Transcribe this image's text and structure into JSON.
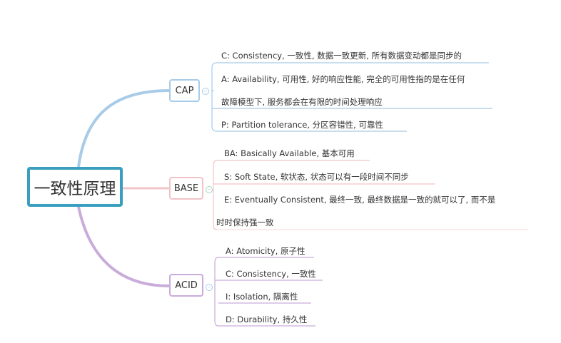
{
  "root": {
    "label": "一致性原理",
    "color": "#3a9fbf"
  },
  "branches": [
    {
      "label": "CAP",
      "color": "#a8cbe8",
      "items": [
        {
          "text": "C:  Consistency,  一致性, 数据一致更新,  所有数据变动都是同步的"
        },
        {
          "text": "A:  Availability,  可用性, 好的响应性能,  完全的可用性指的是在任何",
          "cont": "故障模型下,  服务都会在有限的时间处理响应"
        },
        {
          "text": "P:  Partition tolerance,  分区容错性,  可靠性"
        }
      ]
    },
    {
      "label": "BASE",
      "color": "#f2c4c8",
      "items": [
        {
          "text": "BA:  Basically Available,  基本可用"
        },
        {
          "text": "S:  Soft State,  软状态,  状态可以有一段时间不同步"
        },
        {
          "text": "E:  Eventually Consistent,  最终一致,  最终数据是一致的就可以了,  而不是",
          "cont": "时时保持强一致"
        }
      ]
    },
    {
      "label": "ACID",
      "color": "#c9acd9",
      "items": [
        {
          "text": "A: Atomicity,  原子性"
        },
        {
          "text": "C: Consistency,  一致性"
        },
        {
          "text": "I: Isolation,  隔离性"
        },
        {
          "text": "D: Durability,  持久性"
        }
      ]
    }
  ],
  "collapse_symbol": "−"
}
